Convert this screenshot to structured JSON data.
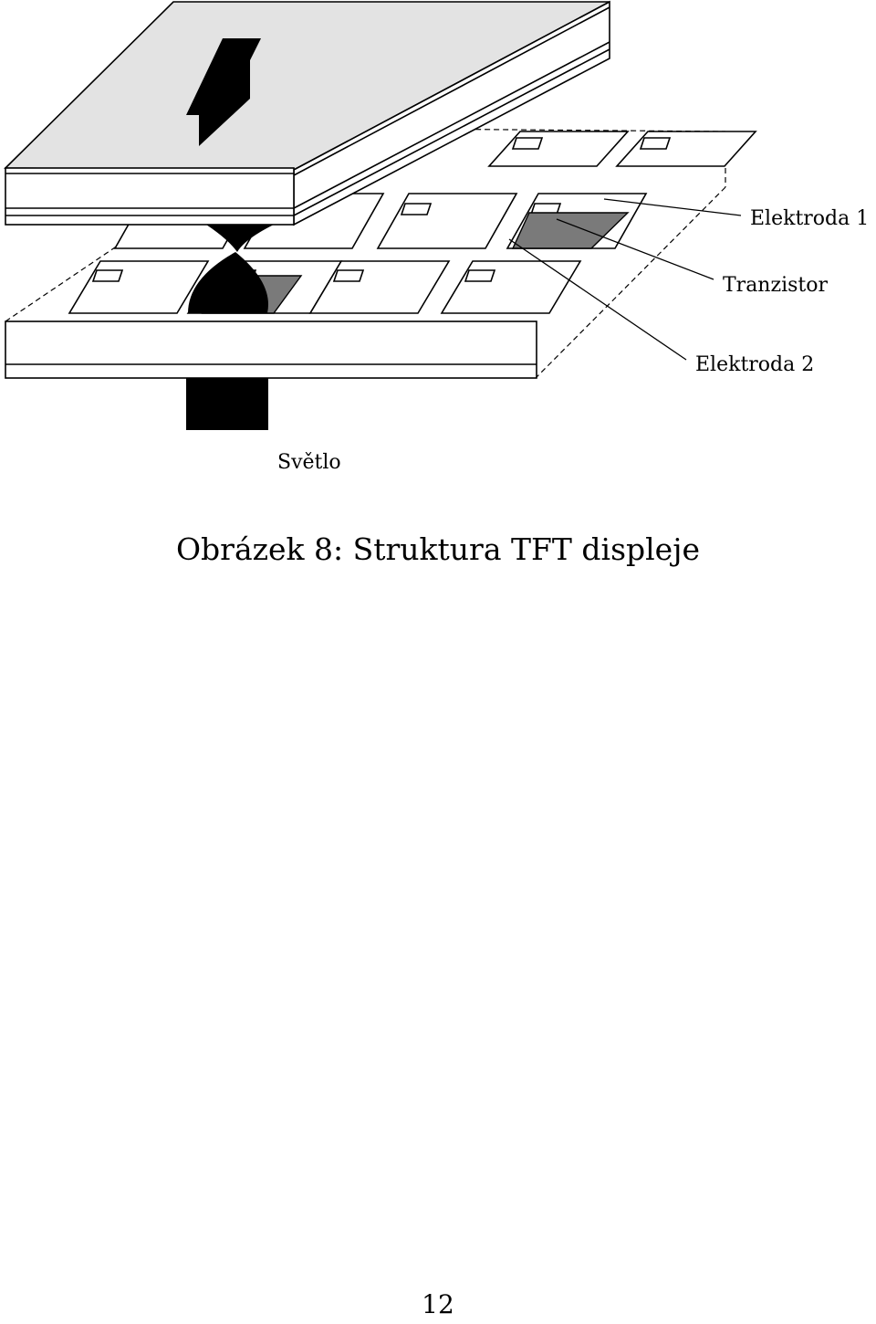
{
  "figure": {
    "labels": {
      "electrode1": "Elektroda 1",
      "transistor": "Tranzistor",
      "electrode2": "Elektroda 2",
      "light": "Světlo"
    },
    "colors": {
      "top_plate": "#e3e3e3",
      "active_pixel": "#7a7a7a",
      "light_beam": "#000000",
      "outline": "#000000"
    }
  },
  "caption": "Obrázek 8: Struktura TFT displeje",
  "page_number": "12"
}
